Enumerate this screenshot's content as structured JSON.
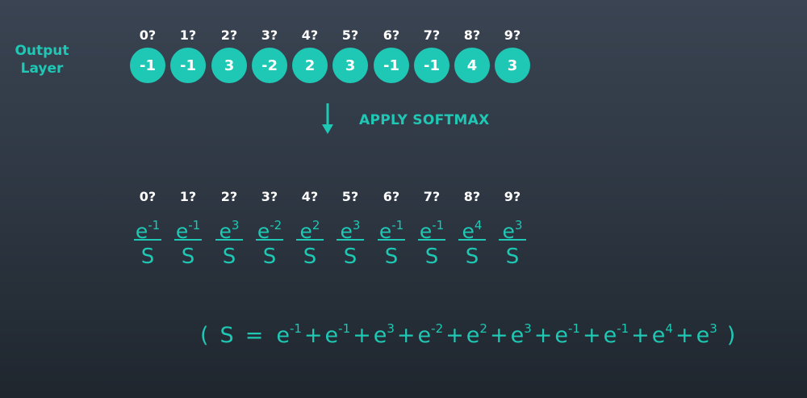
{
  "output_layer": {
    "label_line1": "Output",
    "label_line2": "Layer"
  },
  "digits": [
    "0?",
    "1?",
    "2?",
    "3?",
    "4?",
    "5?",
    "6?",
    "7?",
    "8?",
    "9?"
  ],
  "logits": [
    "-1",
    "-1",
    "3",
    "-2",
    "2",
    "3",
    "-1",
    "-1",
    "4",
    "3"
  ],
  "softmax": {
    "label": "APPLY SOFTMAX",
    "base": "e",
    "denominator": "S",
    "exponents": [
      "-1",
      "-1",
      "3",
      "-2",
      "2",
      "3",
      "-1",
      "-1",
      "4",
      "3"
    ]
  },
  "sum_formula": {
    "open": "(",
    "lhs": "S",
    "equals": "=",
    "terms": [
      {
        "base": "e",
        "exp": "-1"
      },
      {
        "base": "e",
        "exp": "-1"
      },
      {
        "base": "e",
        "exp": "3"
      },
      {
        "base": "e",
        "exp": "-2"
      },
      {
        "base": "e",
        "exp": "2"
      },
      {
        "base": "e",
        "exp": "3"
      },
      {
        "base": "e",
        "exp": "-1"
      },
      {
        "base": "e",
        "exp": "-1"
      },
      {
        "base": "e",
        "exp": "4"
      },
      {
        "base": "e",
        "exp": "3"
      }
    ],
    "plus": "+",
    "close": ")"
  },
  "colors": {
    "accent": "#1ec8b4",
    "text": "#ffffff",
    "background": "#2c3540"
  }
}
